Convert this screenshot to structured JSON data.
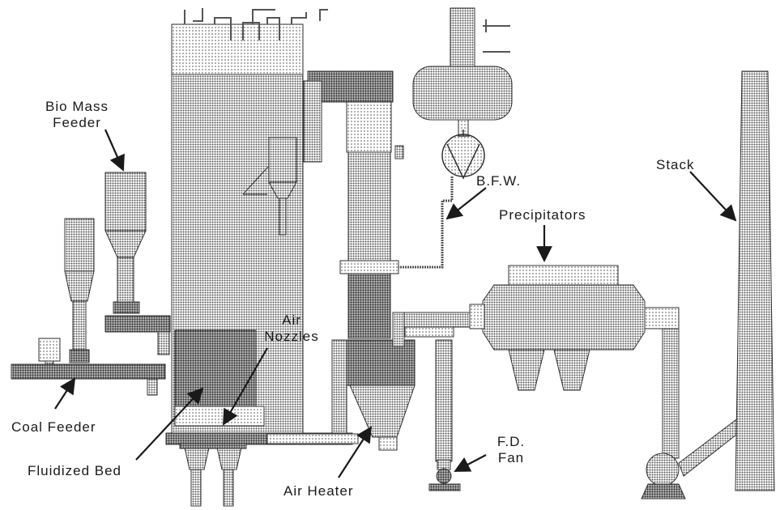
{
  "labels": {
    "bio_mass_feeder": [
      "Bio Mass",
      "Feeder"
    ],
    "coal_feeder": "Coal Feeder",
    "fluidized_bed": "Fluidized Bed",
    "air_nozzles": [
      "Air",
      "Nozzles"
    ],
    "air_heater": "Air Heater",
    "bfw": "B.F.W.",
    "precipitators": "Precipitators",
    "stack": "Stack",
    "fd_fan": [
      "F.D.",
      "Fan"
    ]
  },
  "colors": {
    "ink": "#1a1a1a",
    "equipment_fill": "#9a9a9a",
    "equipment_dark": "#666666",
    "background": "#ffffff"
  }
}
